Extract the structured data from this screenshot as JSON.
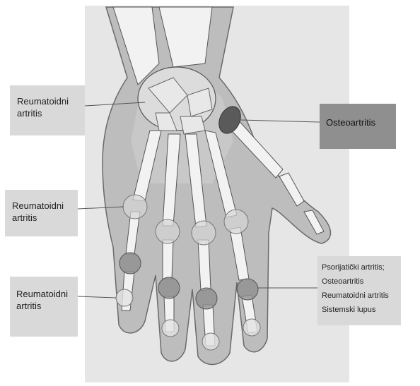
{
  "labels": {
    "ra_top": {
      "line1": "Reumatoidni",
      "line2": "artritis"
    },
    "ra_mid": {
      "line1": "Reumatoidni",
      "line2": "artritis"
    },
    "ra_bottom": {
      "line1": "Reumatoidni",
      "line2": "artritis"
    },
    "oa_right": {
      "text": "Osteoartritis"
    },
    "multi_right": {
      "items": [
        "Psorijatički artritis;",
        "Osteoartritis",
        "Reumatoidni artritis",
        "Sistemski lupus"
      ]
    }
  }
}
